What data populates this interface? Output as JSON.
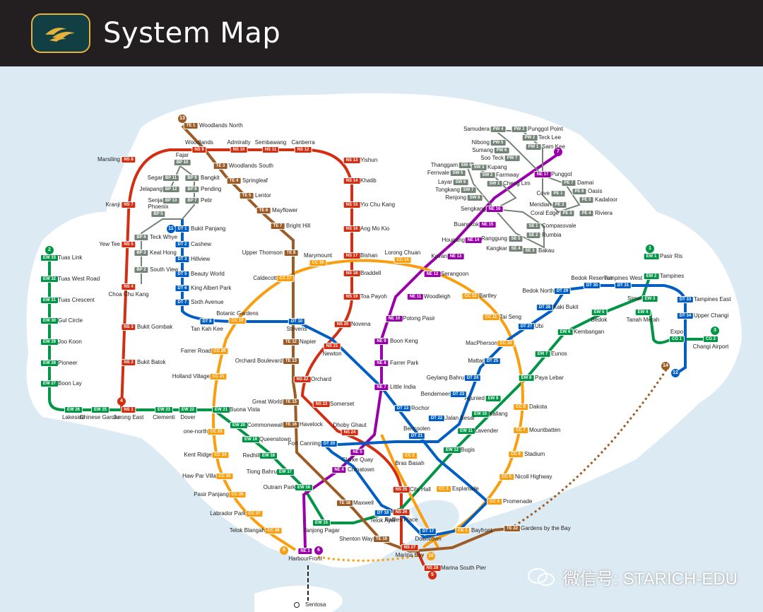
{
  "header": {
    "title": "System Map",
    "logo_icon": "smrt-logo-icon"
  },
  "watermark": "微信号: STARICH-EDU",
  "colors": {
    "NS": "#d42e12",
    "EW": "#009645",
    "NE": "#9900aa",
    "CC": "#fa9e0d",
    "DT": "#005ec4",
    "TE": "#9d5b25",
    "LRT": "#748477",
    "sea": "#dceaf3",
    "land": "#ffffff"
  },
  "line_numbers": {
    "EW": "2",
    "NS": "4",
    "NE": "6",
    "CC": "9",
    "DT": "11",
    "TE": "13",
    "LRT_BP": "11",
    "NS_south": "5",
    "CC_ext": "10",
    "TE_ext": "14",
    "DT_ext": "12",
    "NE_ext": "7",
    "EW_airport": "3",
    "NS_top": "1"
  },
  "stations": [
    {
      "name": "Woodlands North",
      "code": "TE 1"
    },
    {
      "name": "Woodlands",
      "code": "NS 9"
    },
    {
      "name": "Admiralty",
      "code": "NS 10"
    },
    {
      "name": "Sembawang",
      "code": "NS 11"
    },
    {
      "name": "Canberra",
      "code": "NS 12"
    },
    {
      "name": "Yishun",
      "code": "NS 13"
    },
    {
      "name": "Khatib",
      "code": "NS 14"
    },
    {
      "name": "Yio Chu Kang",
      "code": "NS 15"
    },
    {
      "name": "Ang Mo Kio",
      "code": "NS 16"
    },
    {
      "name": "Bishan",
      "code": "NS 17"
    },
    {
      "name": "Braddell",
      "code": "NS 18"
    },
    {
      "name": "Toa Payoh",
      "code": "NS 19"
    },
    {
      "name": "Novena",
      "code": "NS 20"
    },
    {
      "name": "Newton",
      "code": "NS 21"
    },
    {
      "name": "Orchard",
      "code": "NS 22"
    },
    {
      "name": "Somerset",
      "code": "NS 23"
    },
    {
      "name": "Dhoby Ghaut",
      "code": "NS 24"
    },
    {
      "name": "City Hall",
      "code": "NS 25"
    },
    {
      "name": "Raffles Place",
      "code": "NS 26"
    },
    {
      "name": "Marina Bay",
      "code": "NS 27"
    },
    {
      "name": "Marina South Pier",
      "code": "NS 28"
    },
    {
      "name": "Marsiling",
      "code": "NS 8"
    },
    {
      "name": "Kranji",
      "code": "NS 7"
    },
    {
      "name": "Yew Tee",
      "code": "NS 5"
    },
    {
      "name": "Choa Chu Kang",
      "code": "NS 4"
    },
    {
      "name": "Bukit Gombak",
      "code": "NS 3"
    },
    {
      "name": "Bukit Batok",
      "code": "NS 2"
    },
    {
      "name": "Jurong East",
      "code": "NS 1"
    },
    {
      "name": "Tuas Link",
      "code": "EW 33"
    },
    {
      "name": "Tuas West Road",
      "code": "EW 32"
    },
    {
      "name": "Tuas Crescent",
      "code": "EW 31"
    },
    {
      "name": "Gul Circle",
      "code": "EW 30"
    },
    {
      "name": "Joo Koon",
      "code": "EW 29"
    },
    {
      "name": "Pioneer",
      "code": "EW 28"
    },
    {
      "name": "Boon Lay",
      "code": "EW 27"
    },
    {
      "name": "Lakeside",
      "code": "EW 26"
    },
    {
      "name": "Chinese Garden",
      "code": "EW 25"
    },
    {
      "name": "Clementi",
      "code": "EW 23"
    },
    {
      "name": "Dover",
      "code": "EW 22"
    },
    {
      "name": "Buona Vista",
      "code": "EW 21"
    },
    {
      "name": "Commonwealth",
      "code": "EW 20"
    },
    {
      "name": "Queenstown",
      "code": "EW 19"
    },
    {
      "name": "Redhill",
      "code": "EW 18"
    },
    {
      "name": "Tiong Bahru",
      "code": "EW 17"
    },
    {
      "name": "Outram Park",
      "code": "EW 16"
    },
    {
      "name": "Tanjong Pagar",
      "code": "EW 15"
    },
    {
      "name": "Bugis",
      "code": "EW 12"
    },
    {
      "name": "Lavender",
      "code": "EW 11"
    },
    {
      "name": "Kallang",
      "code": "EW 10"
    },
    {
      "name": "Aljunied",
      "code": "EW 9"
    },
    {
      "name": "Paya Lebar",
      "code": "EW 8"
    },
    {
      "name": "Eunos",
      "code": "EW 7"
    },
    {
      "name": "Kembangan",
      "code": "EW 6"
    },
    {
      "name": "Bedok",
      "code": "EW 5"
    },
    {
      "name": "Tanah Merah",
      "code": "EW 4"
    },
    {
      "name": "Simei",
      "code": "EW 3"
    },
    {
      "name": "Tampines",
      "code": "EW 2"
    },
    {
      "name": "Pasir Ris",
      "code": "EW 1"
    },
    {
      "name": "Expo",
      "code": "CG 1"
    },
    {
      "name": "Changi Airport",
      "code": "CG 2"
    },
    {
      "name": "HarbourFront",
      "code": "NE 1"
    },
    {
      "name": "Chinatown",
      "code": "NE 4"
    },
    {
      "name": "Clarke Quay",
      "code": "NE 5"
    },
    {
      "name": "Little India",
      "code": "NE 7"
    },
    {
      "name": "Farrer Park",
      "code": "NE 8"
    },
    {
      "name": "Boon Keng",
      "code": "NE 9"
    },
    {
      "name": "Potong Pasir",
      "code": "NE 10"
    },
    {
      "name": "Woodleigh",
      "code": "NE 11"
    },
    {
      "name": "Serangoon",
      "code": "NE 12"
    },
    {
      "name": "Kovan",
      "code": "NE 13"
    },
    {
      "name": "Hougang",
      "code": "NE 14"
    },
    {
      "name": "Buangkok",
      "code": "NE 15"
    },
    {
      "name": "Sengkang",
      "code": "NE 16"
    },
    {
      "name": "Punggol",
      "code": "NE 17"
    },
    {
      "name": "Bras Basah",
      "code": "CC 2"
    },
    {
      "name": "Esplanade",
      "code": "CC 3"
    },
    {
      "name": "Promenade",
      "code": "CC 4"
    },
    {
      "name": "Nicoll Highway",
      "code": "CC 5"
    },
    {
      "name": "Stadium",
      "code": "CC 6"
    },
    {
      "name": "Mountbatten",
      "code": "CC 7"
    },
    {
      "name": "Dakota",
      "code": "CC 8"
    },
    {
      "name": "MacPherson",
      "code": "CC 10"
    },
    {
      "name": "Tai Seng",
      "code": "CC 11"
    },
    {
      "name": "Bartley",
      "code": "CC 12"
    },
    {
      "name": "Lorong Chuan",
      "code": "CC 14"
    },
    {
      "name": "Marymount",
      "code": "CC 16"
    },
    {
      "name": "Caldecott",
      "code": "CC 17"
    },
    {
      "name": "Botanic Gardens",
      "code": "CC 19"
    },
    {
      "name": "Farrer Road",
      "code": "CC 20"
    },
    {
      "name": "Holland Village",
      "code": "CC 21"
    },
    {
      "name": "one-north",
      "code": "CC 23"
    },
    {
      "name": "Kent Ridge",
      "code": "CC 24"
    },
    {
      "name": "Haw Par Villa",
      "code": "CC 25"
    },
    {
      "name": "Pasir Panjang",
      "code": "CC 26"
    },
    {
      "name": "Labrador Park",
      "code": "CC 27"
    },
    {
      "name": "Telok Blangah",
      "code": "CC 28"
    },
    {
      "name": "Bayfront",
      "code": "CE 1"
    },
    {
      "name": "Bukit Panjang",
      "code": "DT 1"
    },
    {
      "name": "Cashew",
      "code": "DT 2"
    },
    {
      "name": "Hillview",
      "code": "DT 3"
    },
    {
      "name": "Beauty World",
      "code": "DT 5"
    },
    {
      "name": "King Albert Park",
      "code": "DT 6"
    },
    {
      "name": "Sixth Avenue",
      "code": "DT 7"
    },
    {
      "name": "Tan Kah Kee",
      "code": "DT 8"
    },
    {
      "name": "Stevens",
      "code": "DT 10"
    },
    {
      "name": "Rochor",
      "code": "DT 13"
    },
    {
      "name": "Telok Ayer",
      "code": "DT 18"
    },
    {
      "name": "Downtown",
      "code": "DT 17"
    },
    {
      "name": "Fort Canning",
      "code": "DT 20"
    },
    {
      "name": "Bencoolen",
      "code": "DT 21"
    },
    {
      "name": "Jalan Besar",
      "code": "DT 22"
    },
    {
      "name": "Bendemeer",
      "code": "DT 23"
    },
    {
      "name": "Geylang Bahru",
      "code": "DT 24"
    },
    {
      "name": "Mattar",
      "code": "DT 25"
    },
    {
      "name": "Ubi",
      "code": "DT 27"
    },
    {
      "name": "Kaki Bukit",
      "code": "DT 28"
    },
    {
      "name": "Bedok North",
      "code": "DT 29"
    },
    {
      "name": "Bedok Reservoir",
      "code": "DT 30"
    },
    {
      "name": "Tampines West",
      "code": "DT 31"
    },
    {
      "name": "Tampines East",
      "code": "DT 33"
    },
    {
      "name": "Upper Changi",
      "code": "DT 34"
    },
    {
      "name": "Woodlands South",
      "code": "TE 3"
    },
    {
      "name": "Springleaf",
      "code": "TE 4"
    },
    {
      "name": "Lentor",
      "code": "TE 5"
    },
    {
      "name": "Mayflower",
      "code": "TE 6"
    },
    {
      "name": "Bright Hill",
      "code": "TE 7"
    },
    {
      "name": "Upper Thomson",
      "code": "TE 8"
    },
    {
      "name": "Napier",
      "code": "TE 12"
    },
    {
      "name": "Orchard Boulevard",
      "code": "TE 13"
    },
    {
      "name": "Great World",
      "code": "TE 15"
    },
    {
      "name": "Havelock",
      "code": "TE 16"
    },
    {
      "name": "Maxwell",
      "code": "TE 18"
    },
    {
      "name": "Shenton Way",
      "code": "TE 19"
    },
    {
      "name": "Gardens by the Bay",
      "code": "TE 22"
    },
    {
      "name": "Sentosa",
      "code": ""
    },
    {
      "name": "Fajar",
      "code": "BP 10"
    },
    {
      "name": "Segar",
      "code": "BP 11"
    },
    {
      "name": "Jelapang",
      "code": "BP 12"
    },
    {
      "name": "Senja",
      "code": "BP 13"
    },
    {
      "name": "Bangkit",
      "code": "BP 9"
    },
    {
      "name": "Pending",
      "code": "BP 8"
    },
    {
      "name": "Petir",
      "code": "BP 7"
    },
    {
      "name": "Phoenix",
      "code": "BP 5"
    },
    {
      "name": "Teck Whye",
      "code": "BP 4"
    },
    {
      "name": "Keat Hong",
      "code": "BP 3"
    },
    {
      "name": "South View",
      "code": "BP 2"
    },
    {
      "name": "Samudera",
      "code": "PW 4"
    },
    {
      "name": "Punggol Point",
      "code": "PW 3"
    },
    {
      "name": "Teck Lee",
      "code": "PW 2"
    },
    {
      "name": "Sam Kee",
      "code": "PW 1"
    },
    {
      "name": "Nibong",
      "code": "PW 5"
    },
    {
      "name": "Sumang",
      "code": "PW 6"
    },
    {
      "name": "Soo Teck",
      "code": "PW 7"
    },
    {
      "name": "Thanggam",
      "code": "SW 4"
    },
    {
      "name": "Kupang",
      "code": "SW 3"
    },
    {
      "name": "Fernvale",
      "code": "SW 5"
    },
    {
      "name": "Farmway",
      "code": "SW 2"
    },
    {
      "name": "Layar",
      "code": "SW 6"
    },
    {
      "name": "Cheng Lim",
      "code": "SW 1"
    },
    {
      "name": "Tongkang",
      "code": "SW 7"
    },
    {
      "name": "Renjong",
      "code": "SW 8"
    },
    {
      "name": "Cove",
      "code": "PE 1"
    },
    {
      "name": "Meridian",
      "code": "PE 2"
    },
    {
      "name": "Coral Edge",
      "code": "PE 3"
    },
    {
      "name": "Riviera",
      "code": "PE 4"
    },
    {
      "name": "Kadaloor",
      "code": "PE 5"
    },
    {
      "name": "Oasis",
      "code": "PE 6"
    },
    {
      "name": "Damai",
      "code": "PE 7"
    },
    {
      "name": "Compassvale",
      "code": "SE 1"
    },
    {
      "name": "Rumbia",
      "code": "SE 2"
    },
    {
      "name": "Bakau",
      "code": "SE 3"
    },
    {
      "name": "Kangkar",
      "code": "SE 4"
    },
    {
      "name": "Ranggung",
      "code": "SE 5"
    }
  ],
  "marina_bay_label": "Marina Bay"
}
